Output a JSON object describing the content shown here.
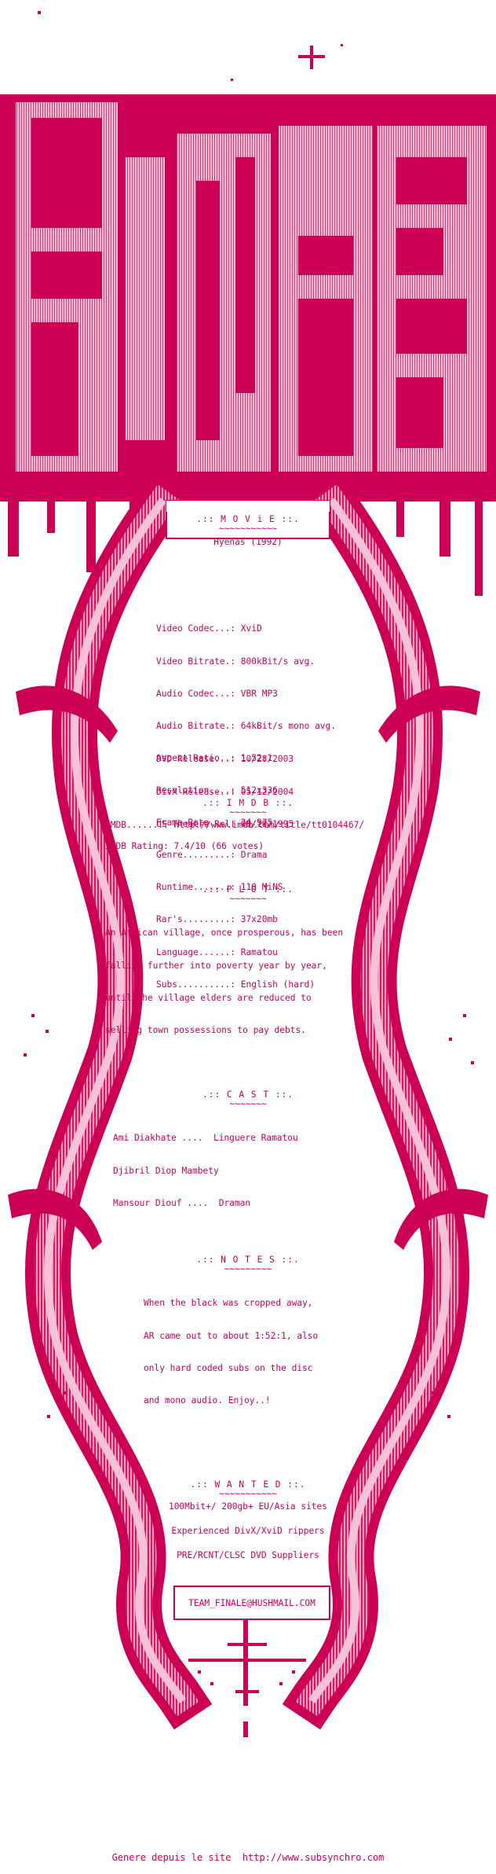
{
  "colors": {
    "primary": "#cc0055",
    "light": "#f2a6c6",
    "mid": "#e85a92",
    "background": "#ffffff"
  },
  "logo": {
    "text": "FiNALE"
  },
  "movie": {
    "header": ".:: M O V i E ::.",
    "underline": "~~~~~~~~~~~",
    "title": "Hyenas (1992)",
    "specs": [
      "Video Codec...: XviD",
      "Video Bitrate.: 800kBit/s avg.",
      "Audio Codec...: VBR MP3",
      "Audio Bitrate.: 64kBit/s mono avg.",
      "Aspect Ratio..: 1.52:1",
      "Resolution....: 512x336",
      "Frame Rate....: 24.975",
      "Genre.........: Drama",
      "Runtime.......: 110 MiNS",
      "Rar's.........: 37x20mb",
      "Language......: Ramatou",
      "Subs..........: English (hard)"
    ],
    "releases": [
      "DVD Release...: 10/28/2003",
      "DivX Release..: 05/12/2004",
      "US Theatre Rel: 08/18/1995"
    ]
  },
  "imdb": {
    "header": ".:: I M D B ::.",
    "underline": "~~~~~~~",
    "link": "IMDB.......: http://www.imdb.com/title/tt0104467/",
    "rating": "IMDB Rating: 7.4/10 (66 votes)"
  },
  "plot": {
    "header": ".:: P L O T ::.",
    "underline": "~~~~~~~",
    "lines": [
      "An African village, once prosperous, has been",
      "falling further into poverty year by year,",
      "until the village elders are reduced to",
      "selling town possessions to pay debts."
    ]
  },
  "cast": {
    "header": ".:: C A S T ::.",
    "underline": "~~~~~~~",
    "lines": [
      "Ami Diakhate ....  Linguere Ramatou",
      "Djibril Diop Mambety",
      "Mansour Diouf ....  Draman"
    ]
  },
  "notes": {
    "header": ".:: N O T E S ::.",
    "underline": "~~~~~~~~~",
    "lines": [
      "When the black was cropped away,",
      "AR came out to about 1:52:1, also",
      "only hard coded subs on the disc",
      "and mono audio. Enjoy..!"
    ]
  },
  "wanted": {
    "header": ".:: W A N T E D ::.",
    "underline": "~~~~~~~~~~~",
    "items": [
      "100Mbit+/ 200gb+ EU/Asia sites",
      "Experienced DivX/XviD rippers",
      "PRE/RCNT/CLSC DVD Suppliers"
    ]
  },
  "contact": {
    "email": "TEAM_FINALE@HUSHMAIL.COM"
  },
  "footer": {
    "text": "Genere depuis le site  http://www.subsynchro.com"
  }
}
